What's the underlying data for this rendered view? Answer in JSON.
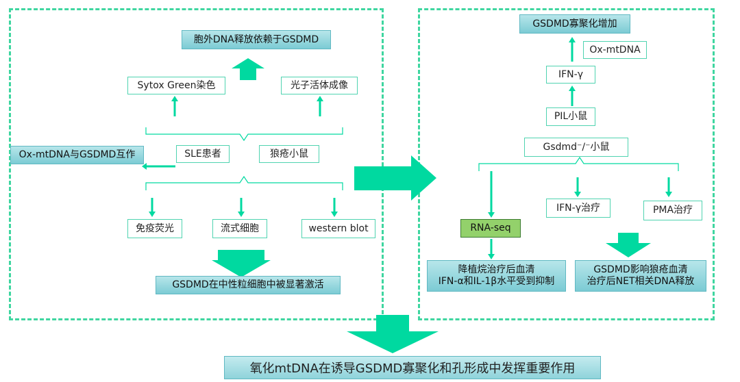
{
  "colors": {
    "accent": "#00d9a0",
    "dash": "#3fd6a0",
    "teal_box": "#8fd3da",
    "green_box": "#93d16b"
  },
  "left": {
    "top_result": "胞外DNA释放依赖于GSDMD",
    "sytox": "Sytox Green染色",
    "imaging": "光子活体成像",
    "sle": "SLE患者",
    "lupus_mouse": "狼疮小鼠",
    "interaction": "Ox-mtDNA与GSDMD互作",
    "immuno": "免疫荧光",
    "flow": "流式细胞",
    "western": "western blot",
    "bottom_result": "GSDMD在中性粒细胞中被显著激活"
  },
  "right": {
    "top_result": "GSDMD寡聚化增加",
    "oxmtdna": "Ox-mtDNA",
    "ifng": "IFN-γ",
    "pil": "PIL小鼠",
    "gsdmd_ko": "Gsdmd⁻/⁻小鼠",
    "rnaseq": "RNA-seq",
    "ifng_treat": "IFN-γ治疗",
    "pma_treat": "PMA治疗",
    "result1_line1": "降植烷治疗后血清",
    "result1_line2": "IFN-α和IL-1β水平受到抑制",
    "result2_line1": "GSDMD影响狼疮血清",
    "result2_line2": "治疗后NET相关DNA释放"
  },
  "conclusion": "氧化mtDNA在诱导GSDMD寡聚化和孔形成中发挥重要作用"
}
